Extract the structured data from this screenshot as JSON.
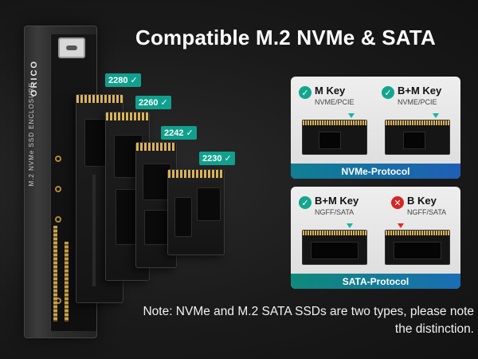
{
  "headline": "Compatible M.2 NVMe & SATA",
  "enclosure": {
    "logo": "ORICO",
    "spec_text": "M.2 NVMe SSD ENCLOSURE"
  },
  "ssd_sizes": [
    {
      "label": "2280"
    },
    {
      "label": "2260"
    },
    {
      "label": "2242"
    },
    {
      "label": "2230"
    }
  ],
  "nvme_panel": {
    "banner": "NVMe-Protocol",
    "keys": [
      {
        "title": "M Key",
        "sub": "NVME/PCIE",
        "status": "supported"
      },
      {
        "title": "B+M Key",
        "sub": "NVME/PCIE",
        "status": "supported"
      }
    ]
  },
  "sata_panel": {
    "banner": "SATA-Protocol",
    "keys": [
      {
        "title": "B+M Key",
        "sub": "NGFF/SATA",
        "status": "supported"
      },
      {
        "title": "B Key",
        "sub": "NGFF/SATA",
        "status": "not-supported"
      }
    ]
  },
  "note": "Note: NVMe and M.2 SATA SSDs are two types, please note the distinction.",
  "colors": {
    "accent_teal": "#11a08e",
    "error_red": "#d32626",
    "banner_blue": "#1f5fb6"
  },
  "icons": [
    "check-icon",
    "cross-icon",
    "usb-c-port-icon"
  ]
}
